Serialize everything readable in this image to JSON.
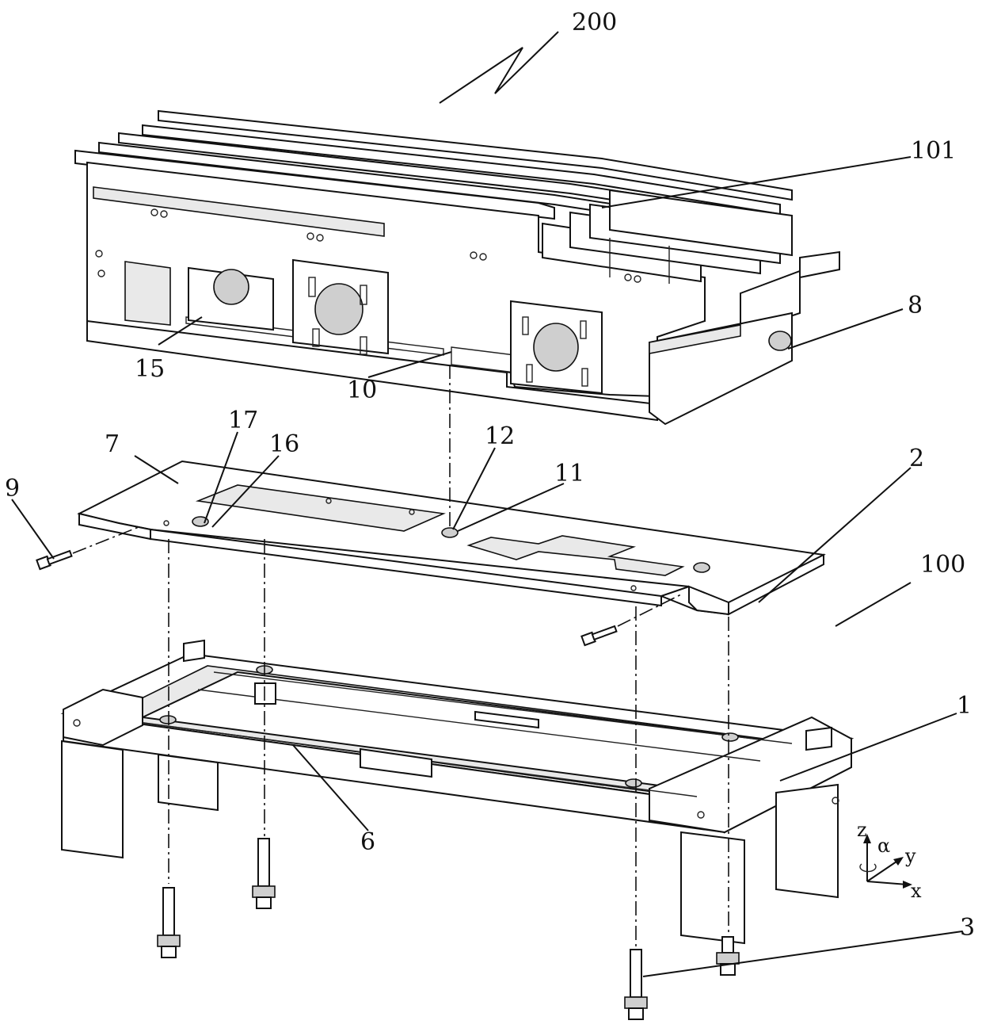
{
  "labels": {
    "l200": "200",
    "l101": "101",
    "l8": "8",
    "l15": "15",
    "l10": "10",
    "l17": "17",
    "l16": "16",
    "l7": "7",
    "l12": "12",
    "l11": "11",
    "l2": "2",
    "l9": "9",
    "l100": "100",
    "l1": "1",
    "l6": "6",
    "l3": "3"
  },
  "axes": {
    "z": "z",
    "alpha": "α",
    "y": "y",
    "x": "x"
  }
}
